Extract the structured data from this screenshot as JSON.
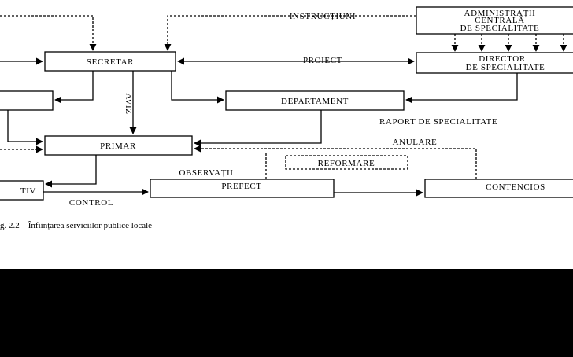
{
  "diagram": {
    "boxes": {
      "admin": [
        "ADMINISTRAȚII",
        "CENTRALĂ",
        "DE SPECIALITATE"
      ],
      "secretar": "SECRETAR",
      "director": [
        "DIRECTOR",
        "DE SPECIALITATE"
      ],
      "departament": "DEPARTAMENT",
      "primar": "PRIMAR",
      "prefect": "PREFECT",
      "contencios": "CONTENCIOS",
      "reformare": "REFORMARE",
      "left_bottom": "TIV"
    },
    "labels": {
      "instructiuni": "INSTRUCȚIUNI",
      "proiect": "PROIECT",
      "aviz": "AVIZ",
      "raport": "RAPORT DE SPECIALITATE",
      "anulare": "ANULARE",
      "observatii": "OBSERVAȚII",
      "control": "CONTROL"
    },
    "caption": "g. 2.2 – Înființarea serviciilor publice locale"
  }
}
